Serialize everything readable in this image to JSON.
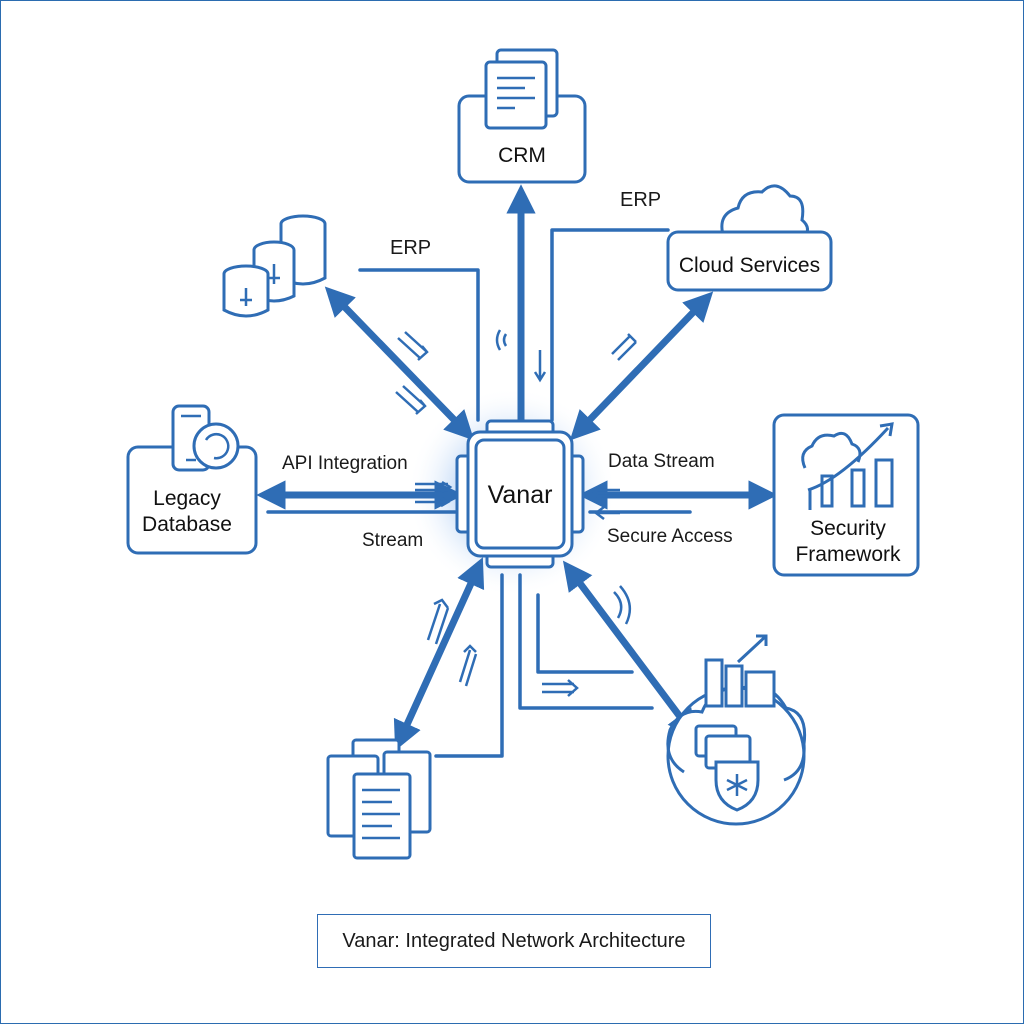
{
  "hub": {
    "label": "Vanar"
  },
  "nodes": {
    "crm": "CRM",
    "cloud": "Cloud Services",
    "legacy_line1": "Legacy",
    "legacy_line2": "Database",
    "security_line1": "Security",
    "security_line2": "Framework"
  },
  "edge_labels": {
    "erp_left": "ERP",
    "erp_right": "ERP",
    "api": "API Integration",
    "stream": "Stream",
    "data_stream": "Data Stream",
    "secure_access": "Secure Access"
  },
  "caption": "Vanar: Integrated Network Architecture",
  "icons": [
    "database-cluster-icon",
    "document-stack-icon",
    "cloud-icon",
    "mobile-device-icon",
    "analytics-chart-icon",
    "document-pages-icon",
    "secure-cloud-storage-icon",
    "hub-chip-icon"
  ],
  "colors": {
    "primary": "#2f6db5",
    "glow": "#4a8fe0",
    "text": "#1a1a1a"
  }
}
